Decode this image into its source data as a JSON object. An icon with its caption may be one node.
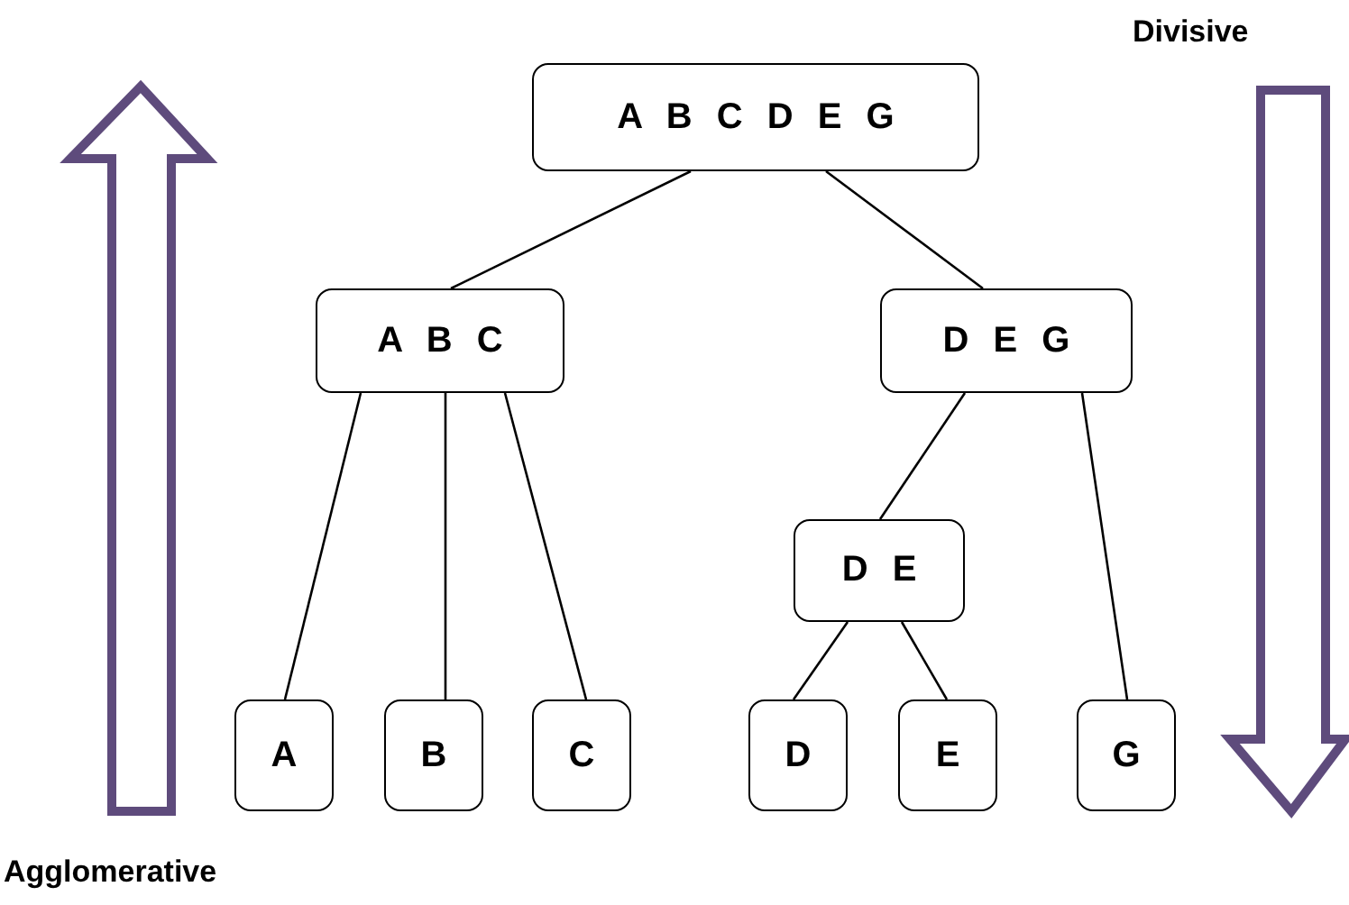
{
  "diagram": {
    "nodes": [
      {
        "text": [
          "A B C D E G"
        ]
      },
      {
        "text": [
          "A B C"
        ]
      },
      {
        "text": [
          "D E G"
        ]
      },
      {
        "text": [
          "D E"
        ]
      },
      {
        "text": [
          "A"
        ]
      },
      {
        "text": [
          "B"
        ]
      },
      {
        "text": [
          "C"
        ]
      },
      {
        "text": [
          "D"
        ]
      },
      {
        "text": [
          "E"
        ]
      },
      {
        "text": [
          "G"
        ]
      }
    ],
    "edges": [
      {
        "from": 0,
        "to": 1,
        "arrow": "none"
      },
      {
        "from": 0,
        "to": 2,
        "arrow": "none"
      },
      {
        "from": 1,
        "to": 4,
        "arrow": "none"
      },
      {
        "from": 1,
        "to": 5,
        "arrow": "none"
      },
      {
        "from": 1,
        "to": 6,
        "arrow": "none"
      },
      {
        "from": 2,
        "to": 3,
        "arrow": "none"
      },
      {
        "from": 2,
        "to": 9,
        "arrow": "none"
      },
      {
        "from": 3,
        "to": 7,
        "arrow": "none"
      },
      {
        "from": 3,
        "to": 8,
        "arrow": "none"
      }
    ],
    "labels": [
      "Divisive",
      "Agglomerative"
    ]
  }
}
